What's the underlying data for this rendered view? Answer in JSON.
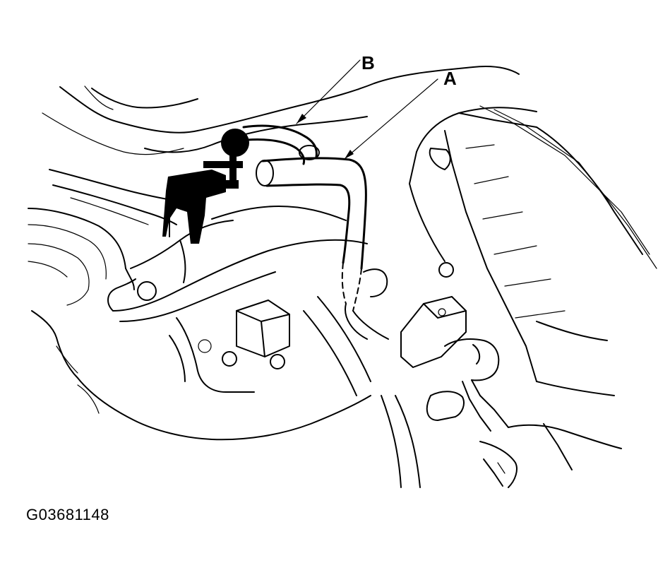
{
  "diagram": {
    "callouts": {
      "a": "A",
      "b": "B"
    },
    "figure_id": "G03681148"
  }
}
